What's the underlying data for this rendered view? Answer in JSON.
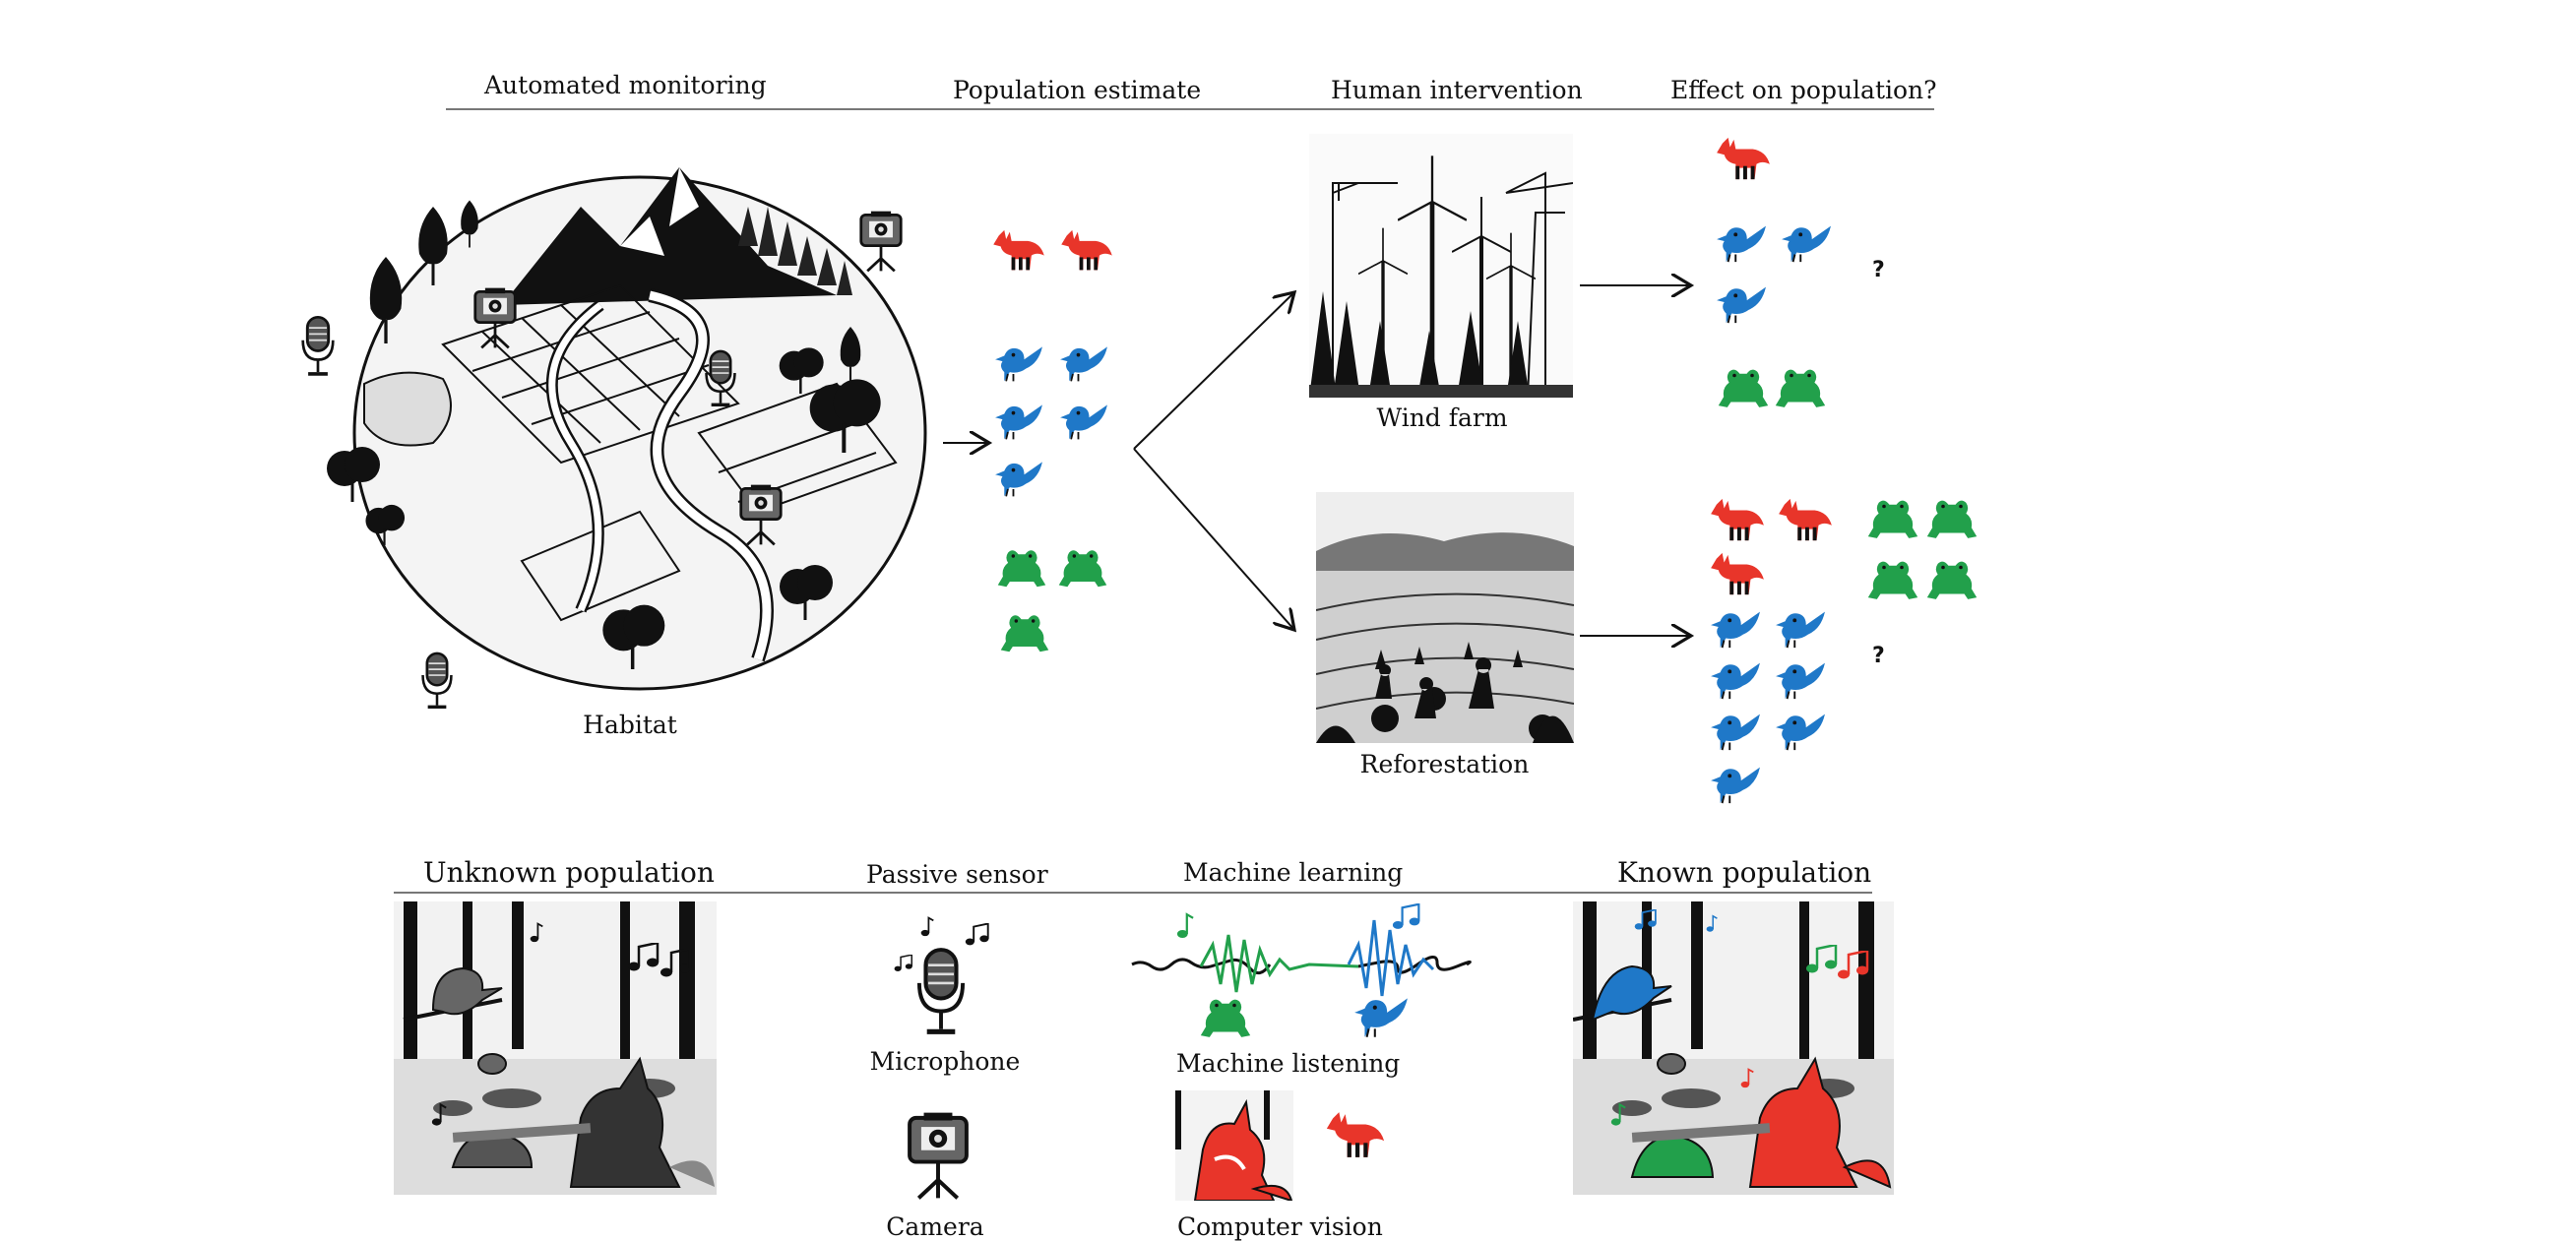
{
  "top": {
    "headers": {
      "monitoring": "Automated monitoring",
      "estimate": "Population estimate",
      "intervention": "Human intervention",
      "effect": "Effect on population?"
    },
    "habitat_label": "Habitat",
    "windfarm_label": "Wind farm",
    "reforestation_label": "Reforestation",
    "question_mark_1": "?",
    "question_mark_2": "?"
  },
  "bottom": {
    "headers": {
      "unknown": "Unknown population",
      "sensor": "Passive sensor",
      "ml": "Machine learning",
      "known": "Known population"
    },
    "microphone_label": "Microphone",
    "camera_label": "Camera",
    "listening_label": "Machine listening",
    "vision_label": "Computer vision"
  },
  "colors": {
    "fox": "#e8352a",
    "bird": "#1f78c8",
    "frog": "#22a04b",
    "ink": "#111111",
    "rule": "#777777"
  },
  "icons": [
    "fox-icon",
    "bird-icon",
    "frog-icon",
    "microphone-icon",
    "camera-icon",
    "music-note-icon"
  ]
}
